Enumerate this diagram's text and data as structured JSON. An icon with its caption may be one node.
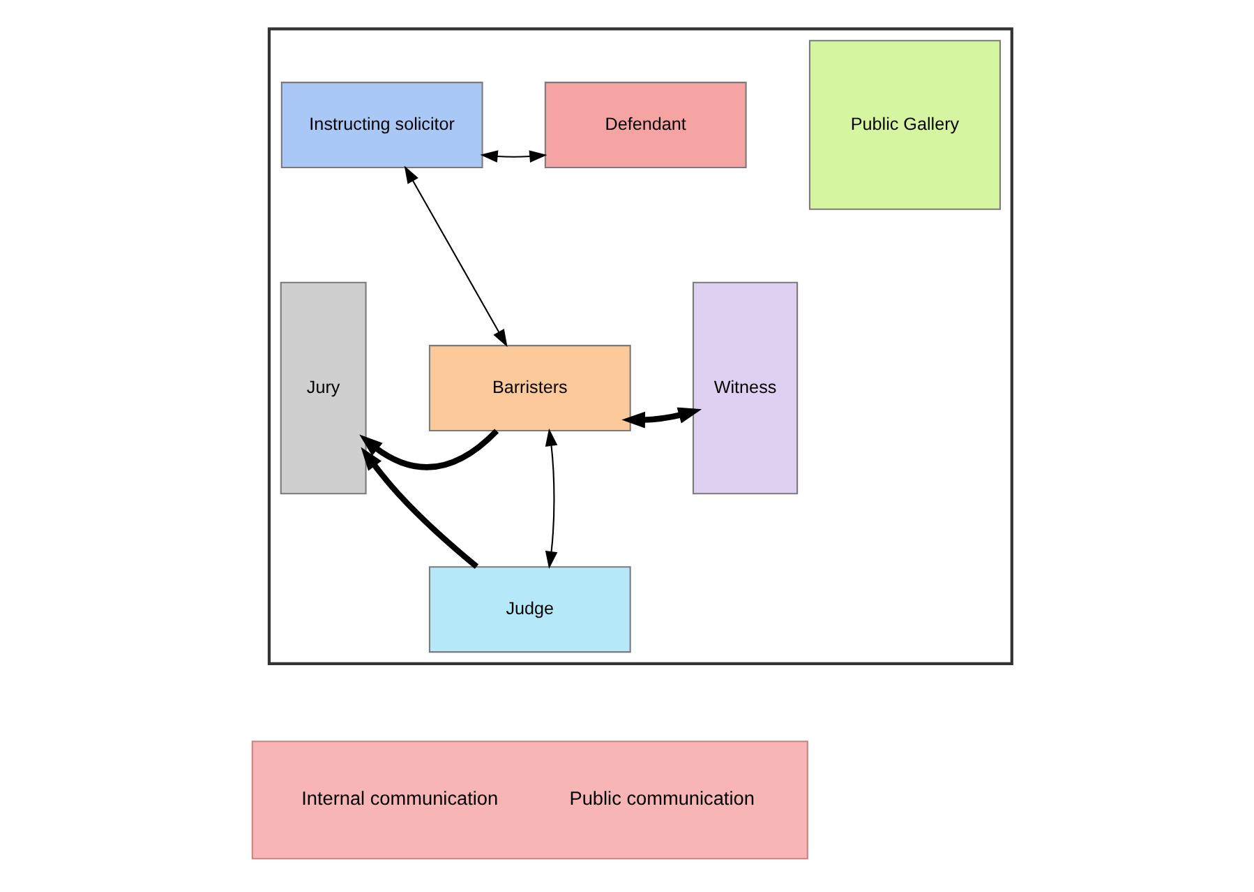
{
  "diagram": {
    "nodes": [
      {
        "text": [],
        "shape": "box"
      },
      {
        "text": [
          "Instructing solicitor"
        ],
        "in": 0
      },
      {
        "text": [
          "Defendant"
        ],
        "in": 0
      },
      {
        "text": [
          "Public Gallery"
        ],
        "in": 0
      },
      {
        "text": [
          "Jury"
        ],
        "in": 0
      },
      {
        "text": [
          "Witness"
        ],
        "in": 0
      },
      {
        "text": [
          "Barristers"
        ],
        "in": 0
      },
      {
        "text": [
          "Judge"
        ],
        "in": 0
      }
    ],
    "edges": [
      {
        "from": 1,
        "to": 2,
        "arrow": "both"
      },
      {
        "from": 1,
        "to": 6,
        "arrow": "both"
      },
      {
        "from": 6,
        "to": 4,
        "arrow": "to",
        "style": "thick"
      },
      {
        "from": 7,
        "to": 4,
        "arrow": "to",
        "style": "thick"
      },
      {
        "from": 6,
        "to": 5,
        "arrow": "both",
        "style": "thick"
      },
      {
        "from": 7,
        "to": 6,
        "arrow": "both"
      }
    ],
    "legend": [
      {
        "text": "Internal communication"
      },
      {
        "text": "Public communication"
      }
    ]
  }
}
